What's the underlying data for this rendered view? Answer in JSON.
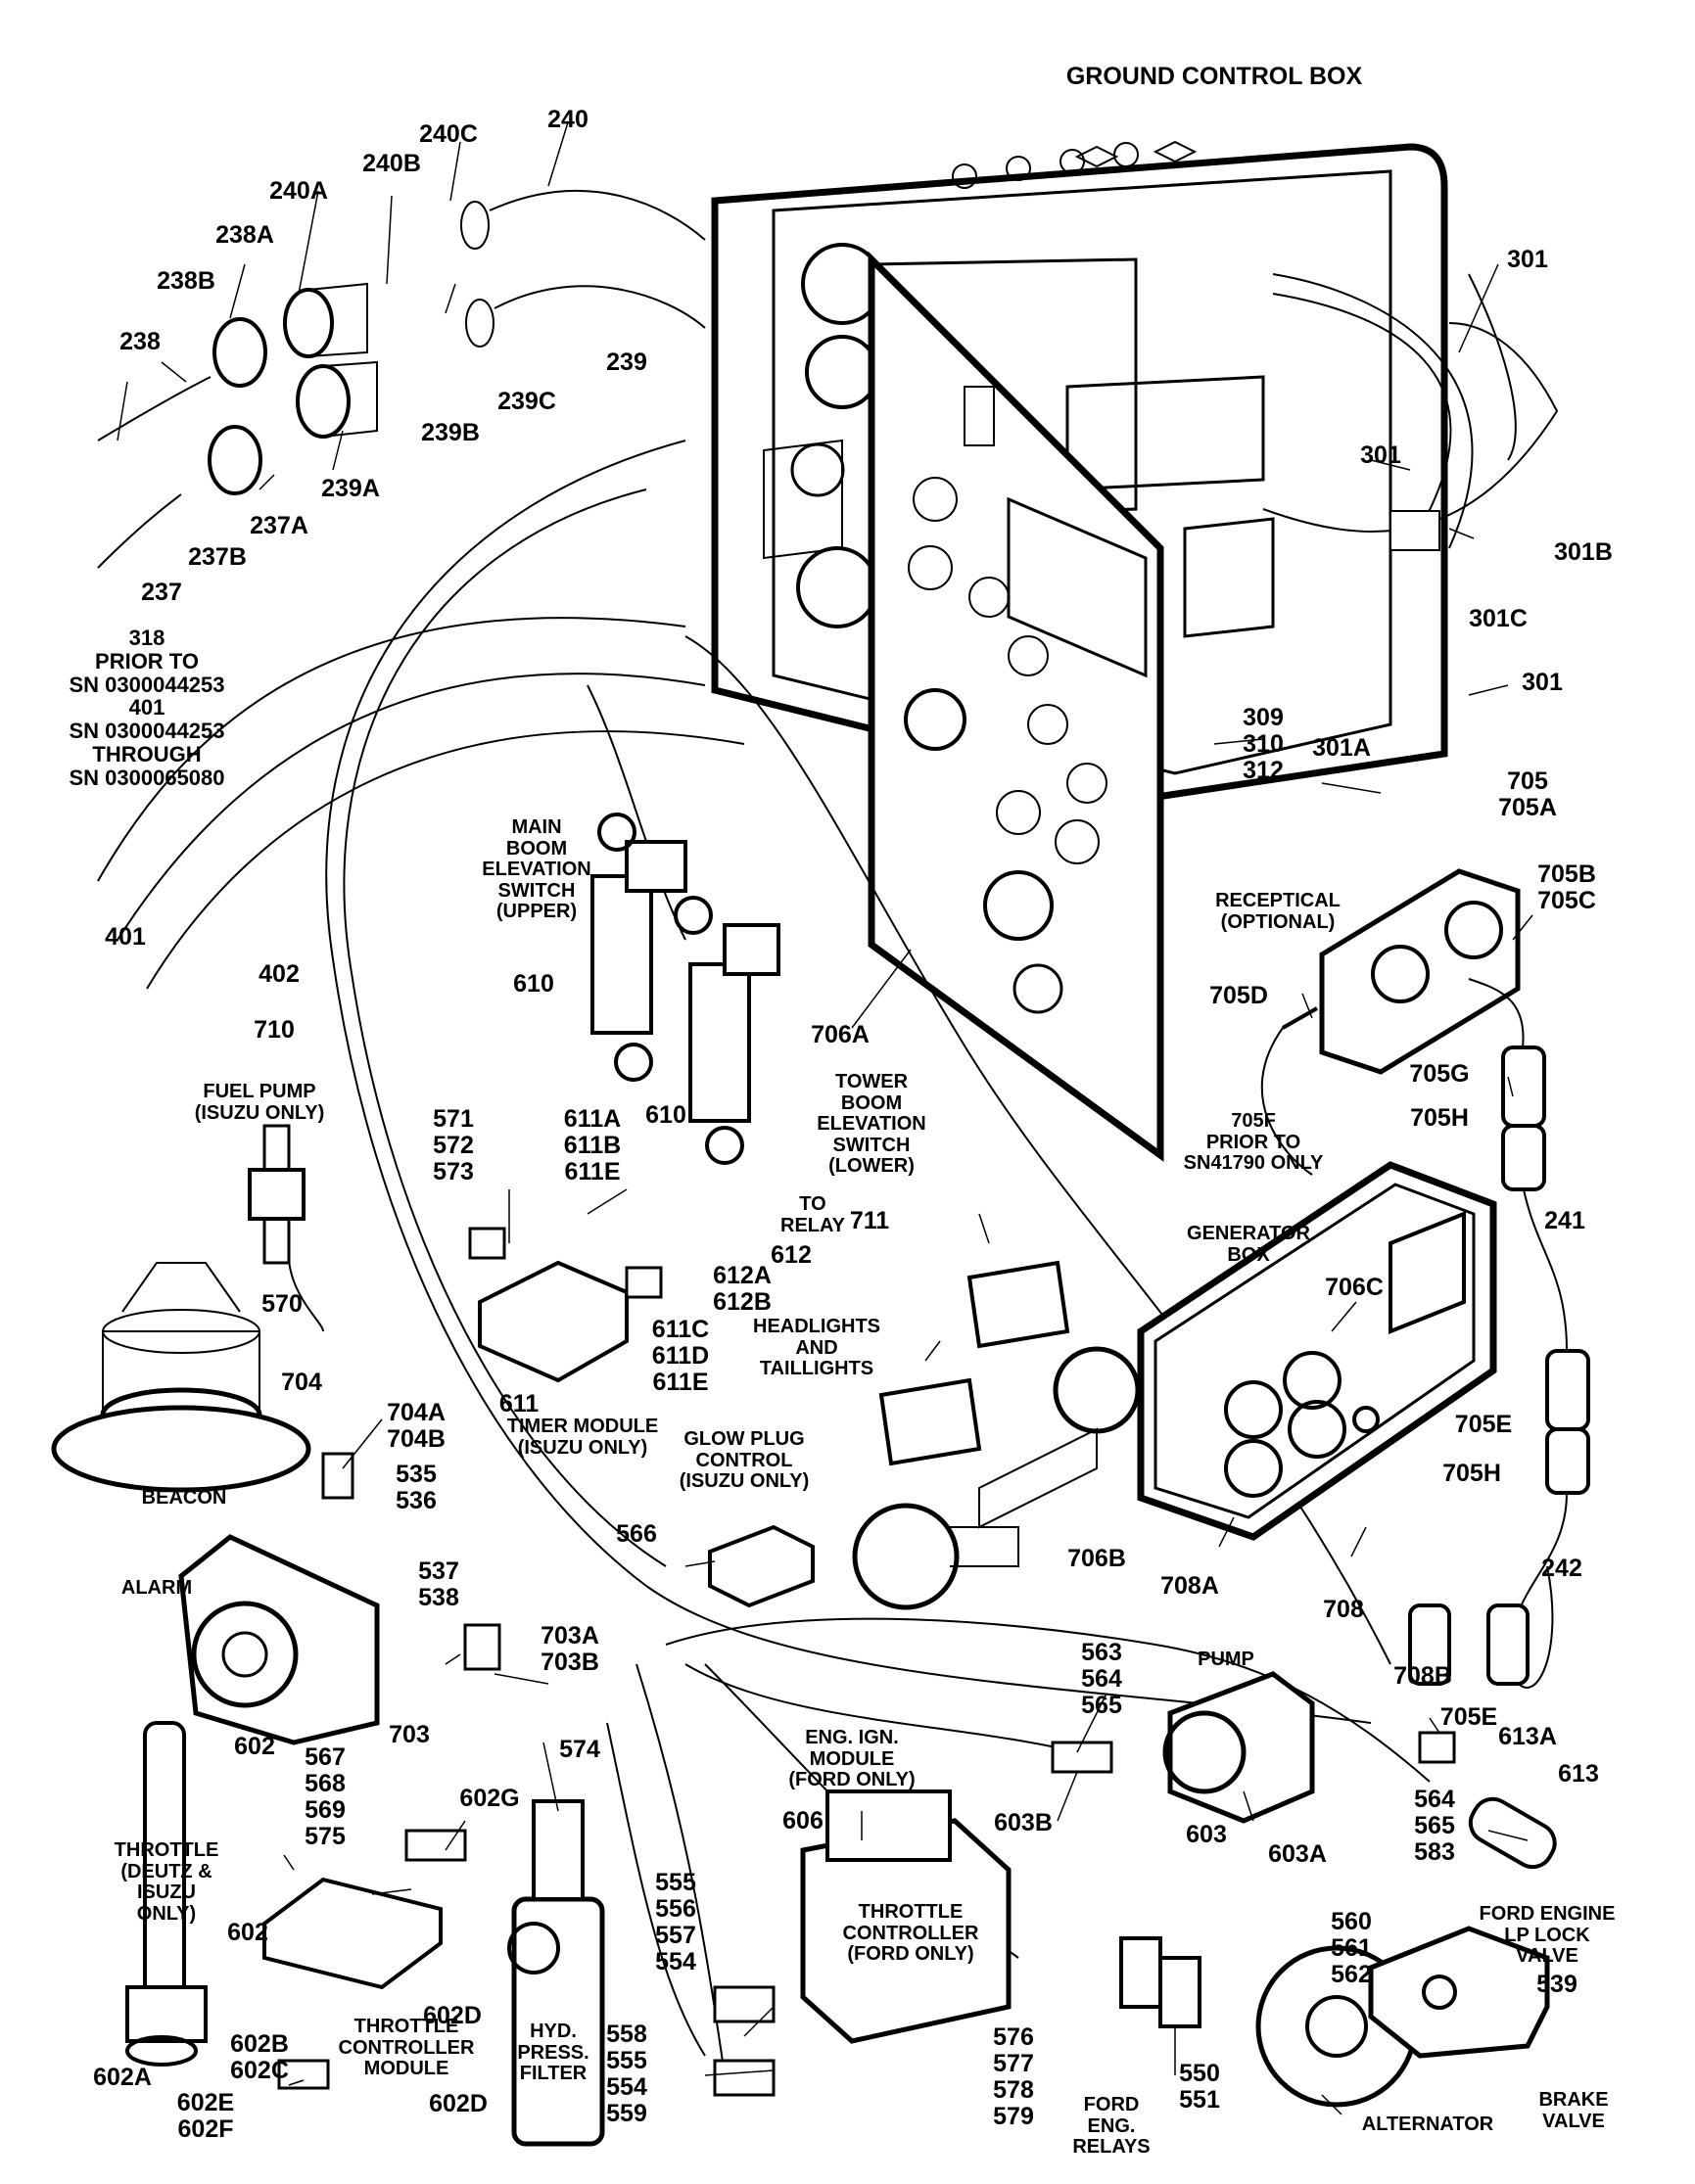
{
  "title": "GROUND CONTROL BOX",
  "parts": {
    "p240": "240",
    "p240A": "240A",
    "p240B": "240B",
    "p240C": "240C",
    "p238": "238",
    "p238A": "238A",
    "p238B": "238B",
    "p239": "239",
    "p239A": "239A",
    "p239B": "239B",
    "p239C": "239C",
    "p237": "237",
    "p237A": "237A",
    "p237B": "237B",
    "p301_top": "301",
    "p301_mid": "301",
    "p301B": "301B",
    "p301C": "301C",
    "p301_low": "301",
    "p301A": "301A",
    "p309_312": "309\n310\n312",
    "p318_401": "318\nPRIOR TO\nSN 0300044253\n401\nSN 0300044253\nTHROUGH\nSN 0300065080",
    "p705_705A": "705\n705A",
    "p705B_705C": "705B\n705C",
    "receptical": "RECEPTICAL\n(OPTIONAL)",
    "p705D": "705D",
    "p705G": "705G",
    "p705H_top": "705H",
    "p705F": "705F\nPRIOR TO\nSN41790 ONLY",
    "main_boom_switch": "MAIN\nBOOM\nELEVATION\nSWITCH\n(UPPER)",
    "p610_left": "610",
    "p610_right": "610",
    "p401": "401",
    "p402": "402",
    "p710": "710",
    "p706A": "706A",
    "tower_boom_switch": "TOWER\nBOOM\nELEVATION\nSWITCH\n(LOWER)",
    "fuel_pump": "FUEL PUMP\n(ISUZU ONLY)",
    "p571_573": "571\n572\n573",
    "p611ABE": "611A\n611B\n611E",
    "to_relay": "TO\nRELAY",
    "p711": "711",
    "p612": "612",
    "p612AB": "612A\n612B",
    "p241": "241",
    "generator_box": "GENERATOR\nBOX",
    "p706C": "706C",
    "p570": "570",
    "p704": "704",
    "p704AB": "704A\n704B",
    "p535_536": "535\n536",
    "p611CDE": "611C\n611D\n611E",
    "headlights": "HEADLIGHTS\nAND\nTAILLIGHTS",
    "p611": "611",
    "timer_module": "TIMER MODULE\n(ISUZU ONLY)",
    "glow_plug": "GLOW PLUG\nCONTROL\n(ISUZU ONLY)",
    "p705E_top": "705E",
    "p705H_low": "705H",
    "beacon": "BEACON",
    "p566": "566",
    "p706B": "706B",
    "p708A": "708A",
    "p242": "242",
    "p708": "708",
    "alarm": "ALARM",
    "p537_538": "537\n538",
    "p703AB": "703A\n703B",
    "p703": "703",
    "p563_565": "563\n564\n565",
    "pump": "PUMP",
    "p708B": "708B",
    "p705E_low": "705E",
    "p613A": "613A",
    "p613": "613",
    "p602": "602",
    "p567_575": "567\n568\n569\n575",
    "p602G": "602G",
    "p574": "574",
    "eng_ign_module": "ENG. IGN.\nMODULE\n(FORD ONLY)",
    "p606": "606",
    "p603B": "603B",
    "p603": "603",
    "p603A": "603A",
    "p564_583": "564\n565\n583",
    "throttle_deutz": "THROTTLE\n(DEUTZ &\nISUZU\nONLY)",
    "p602_mid": "602",
    "p555_554": "555\n556\n557\n554",
    "throttle_ctrl_ford": "THROTTLE\nCONTROLLER\n(FORD ONLY)",
    "p560_562": "560\n561\n562",
    "ford_lp_valve": "FORD ENGINE\nLP LOCK\nVALVE",
    "p539": "539",
    "p602D_top": "602D",
    "p602BC": "602B\n602C",
    "throttle_ctrl_module": "THROTTLE\nCONTROLLER\nMODULE",
    "hyd_filter": "HYD.\nPRESS.\nFILTER",
    "p558_559": "558\n555\n554\n559",
    "p576_579": "576\n577\n578\n579",
    "p550_551": "550\n551",
    "p602A": "602A",
    "p602EF": "602E\n602F",
    "p602D_low": "602D",
    "ford_relays": "FORD\nENG.\nRELAYS",
    "alternator": "ALTERNATOR",
    "brake_valve": "BRAKE\nVALVE"
  }
}
